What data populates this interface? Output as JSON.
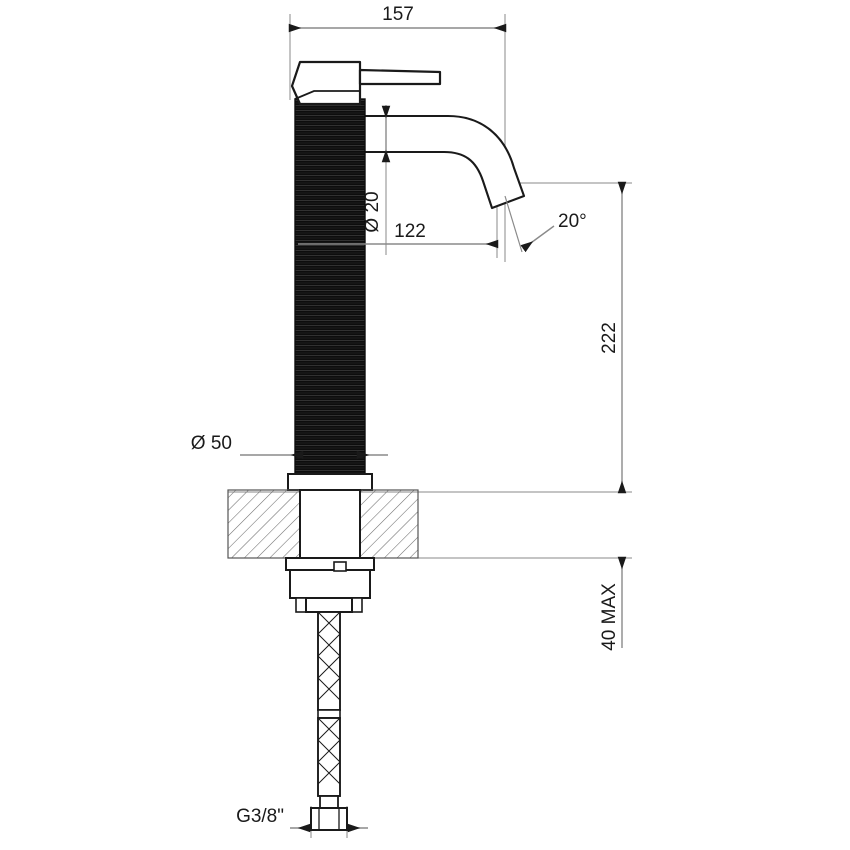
{
  "drawing": {
    "title": "Single-lever basin mixer tap — dimensioned technical drawing",
    "units": "mm",
    "background_color": "#ffffff",
    "line_color": "#1a1a1a",
    "dimension_line_color": "#8a8a8a",
    "knurl_color": "#0d0d0d",
    "hatch_color": "#6e6e6e"
  },
  "dimensions": {
    "overall_width": "157",
    "spout_reach": "122",
    "spout_diameter": "Ø 20",
    "body_diameter": "Ø 50",
    "spout_outlet_angle": "20°",
    "spout_height": "222",
    "countertop_thickness": "40 MAX",
    "inlet_thread": "G3/8\""
  },
  "labels": [
    {
      "id": "width-157",
      "text": "157",
      "kind": "linear-horizontal"
    },
    {
      "id": "reach-122",
      "text": "122",
      "kind": "linear-horizontal"
    },
    {
      "id": "spout-dia-20",
      "text": "Ø 20",
      "kind": "diameter-vertical"
    },
    {
      "id": "body-dia-50",
      "text": "Ø 50",
      "kind": "diameter-horizontal"
    },
    {
      "id": "outlet-angle-20",
      "text": "20°",
      "kind": "angular"
    },
    {
      "id": "height-222",
      "text": "222",
      "kind": "linear-vertical"
    },
    {
      "id": "thickness-40max",
      "text": "40 MAX",
      "kind": "linear-vertical"
    },
    {
      "id": "thread-g38",
      "text": "G3/8\"",
      "kind": "thread-callout"
    }
  ],
  "components": [
    {
      "id": "lever-handle",
      "name": "Lever handle"
    },
    {
      "id": "knurled-body",
      "name": "Knurled cylindrical body"
    },
    {
      "id": "curved-spout",
      "name": "Curved spout with angled outlet"
    },
    {
      "id": "base-flange",
      "name": "Base flange"
    },
    {
      "id": "countertop",
      "name": "Countertop section (hatched)"
    },
    {
      "id": "mounting-shank",
      "name": "Mounting shank through countertop"
    },
    {
      "id": "lock-nut",
      "name": "Lock nut assembly"
    },
    {
      "id": "flexible-hose",
      "name": "Braided flexible supply hose"
    },
    {
      "id": "hex-fitting",
      "name": "Hex connection nut G3/8\""
    }
  ]
}
